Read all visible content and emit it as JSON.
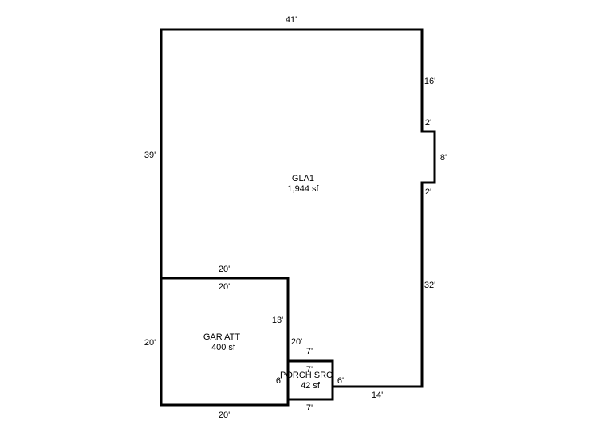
{
  "rooms": {
    "gla1": {
      "name": "GLA1",
      "area": "1,944 sf"
    },
    "garage": {
      "name": "GAR ATT",
      "area": "400 sf"
    },
    "porch": {
      "name": "PORCH SRC",
      "area": "42 sf"
    }
  },
  "dimensions": {
    "gla_top": "41'",
    "gla_left": "39'",
    "gla_right_upper": "16'",
    "bump_top": "2'",
    "bump_depth": "8'",
    "bump_bottom": "2'",
    "gla_right_lower": "32'",
    "gla_bottom_right": "14'",
    "gla_garage_top": "20'",
    "gla_porch_gap": "20'",
    "gla_garage_right": "13'",
    "gla_porch_top": "7'",
    "garage_top": "20'",
    "garage_left": "20'",
    "garage_bottom": "20'",
    "porch_top": "7'",
    "porch_left": "6'",
    "porch_right": "6'",
    "porch_bottom": "7'"
  }
}
